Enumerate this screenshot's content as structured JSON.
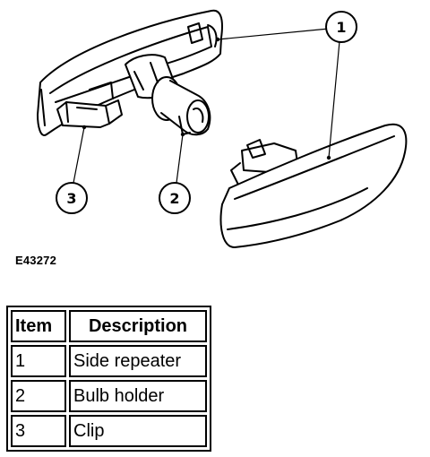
{
  "callouts": {
    "c1": "1",
    "c2": "2",
    "c3": "3"
  },
  "figure_id": "E43272",
  "legend": {
    "headers": {
      "item": "Item",
      "description": "Description"
    },
    "rows": [
      {
        "item": "1",
        "description": "Side repeater"
      },
      {
        "item": "2",
        "description": "Bulb holder"
      },
      {
        "item": "3",
        "description": "Clip"
      }
    ]
  }
}
